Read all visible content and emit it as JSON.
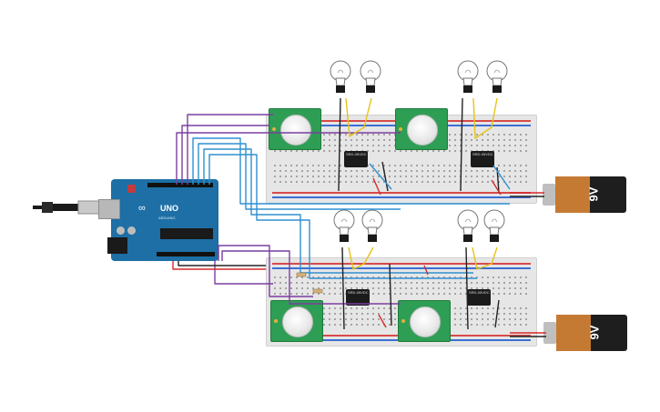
{
  "board": {
    "brand_mark": "∞",
    "model": "UNO",
    "maker": "ARDUINO"
  },
  "relay_text": "SRD-05VDC",
  "batteries": [
    {
      "label": "9V"
    },
    {
      "label": "9V"
    }
  ],
  "colors": {
    "board_blue": "#1d6fa5",
    "breadboard": "#e6e6e6",
    "pir_green": "#2f9e55",
    "battery_copper": "#c57a34",
    "wire_purple": "#7b3fa0",
    "wire_blue": "#2f8fd0",
    "wire_red": "#d62a2a",
    "wire_black": "#222222",
    "wire_yellow": "#e7c21a",
    "wire_green": "#3aa14a"
  }
}
